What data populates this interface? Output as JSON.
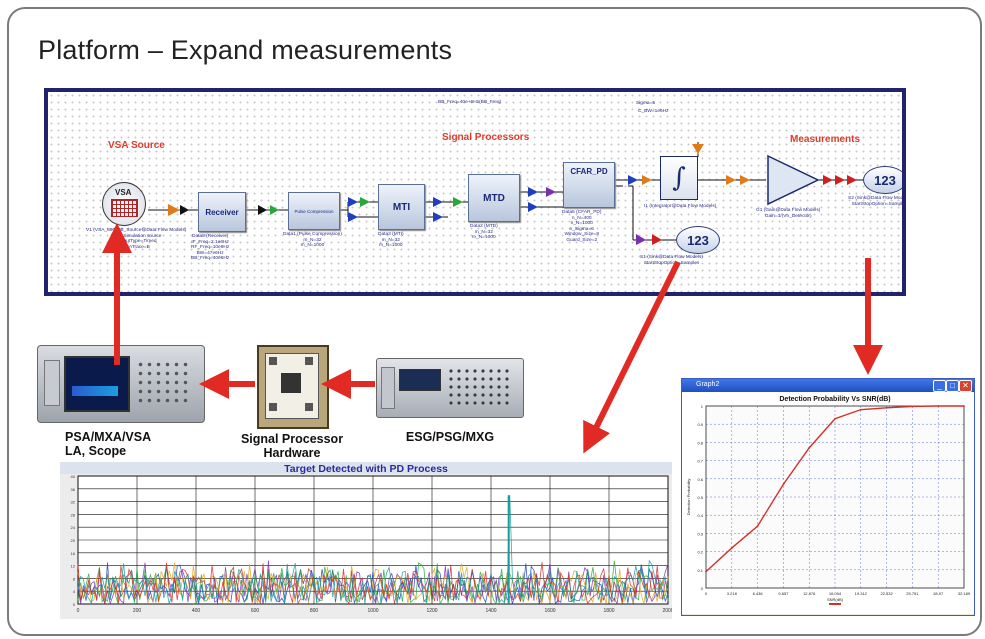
{
  "title": "Platform – Expand measurements",
  "schematic": {
    "sections": [
      "VSA Source",
      "Signal Processors",
      "Measurements"
    ],
    "top_notes": [
      "BB_Freq=40e+6Hz(BB_Freq)",
      "Sigma=6",
      "C_BW=1e6Hz"
    ],
    "vsa_label": "VSA",
    "vsa_caption": "V1 (VSA_89600B_Source@Data Flow Models)\nVSA=Simulation source\nOutputType=Timed\nVSATrace=B",
    "receiver_label": "Receiver",
    "receiver_caption": "Data8 (Receiver)\nIF_Freq=2.1e6Hz\nRF_Freq=10e9Hz\nBW=47e6Hz\nBB_Freq=40e6Hz",
    "pulse_label": "Pulse Compression",
    "pulse_caption": "Data1 (Pulse Compression)\nm_N=32\nm_N=1000",
    "mti_label": "MTI",
    "mti_caption": "Data3 (MTI)\nm_N=32\nm_N=1000",
    "mtd_label": "MTD",
    "mtd_caption": "Data2 (MTD)\nm_N=32\nm_N=1000",
    "cfar_label": "CFAR_PD",
    "cfar_caption": "Data5 (CFAR_PD)\nn_N=400\nn_N=1000\nn_Sigma=6\nWindow_Size=8\nGuard_Size=2",
    "integrator_caption": "I1 (Integrator@Data Flow Models)",
    "gain_caption": "G1 (Gain@Data Flow Models)\nGain=1/(Vn_Detector)",
    "sink_value": "123",
    "sink1_caption": "S1 (Sink@Data Flow Models)\nStartStopOption=Samples",
    "sink2_caption": "S2 (Sink@Data Flow Models)\nStartStopOption=Samples"
  },
  "hardware": [
    {
      "label": "PSA/MXA/VSA\nLA, Scope"
    },
    {
      "label": "Signal Processor\nHardware"
    },
    {
      "label": "ESG/PSG/MXG"
    }
  ],
  "colors": {
    "arrow": "#e02a23",
    "frame_blue": "#22226e",
    "curve": "#d2322b"
  },
  "graph_window": {
    "window_title": "Graph2",
    "chart_data": {
      "type": "line",
      "title": "Detection Probability Vs SNR(dB)",
      "xlabel": "SNR(dB)",
      "ylabel": "Detection Probability",
      "x": [
        0,
        3.218,
        6.436,
        9.657,
        12.876,
        16.094,
        19.312,
        22.532,
        25.751,
        28.97,
        32.189
      ],
      "x_tick_labels": [
        "0",
        "3.218",
        "6.436",
        "9.657",
        "12.876",
        "16.094",
        "19.312",
        "22.532",
        "25.751",
        "28.97",
        "32.189"
      ],
      "y_tick_labels": [
        "0",
        "0.1",
        "0.2",
        "0.3",
        "0.4",
        "0.5",
        "0.6",
        "0.7",
        "0.8",
        "0.9",
        "1"
      ],
      "series": [
        {
          "values": [
            0.09,
            0.22,
            0.34,
            0.57,
            0.77,
            0.93,
            0.98,
            0.99,
            0.998,
            1.0,
            1.0
          ]
        }
      ],
      "ylim": [
        0,
        1
      ],
      "xlim": [
        0,
        32.189
      ],
      "grid": true
    }
  },
  "bottom_chart": {
    "chart_data": {
      "type": "line",
      "title": "Target Detected with PD Process",
      "x_tick_labels": [
        "0",
        "200",
        "400",
        "600",
        "800",
        "1000",
        "1200",
        "1400",
        "1600",
        "1800",
        "2000"
      ],
      "xlim": [
        0,
        2000
      ],
      "grid": true,
      "y_tick_labels": [
        "0",
        "4",
        "8",
        "12",
        "16",
        "20",
        "24",
        "28",
        "32",
        "36",
        "40"
      ],
      "noise_floor_max": 14,
      "peak": {
        "x": 1460,
        "value": 34
      },
      "series": [
        {
          "color": "#1f3fbf"
        },
        {
          "color": "#7a2fb0"
        },
        {
          "color": "#28a83a"
        },
        {
          "color": "#e0a51f"
        },
        {
          "color": "#d42b2b"
        },
        {
          "color": "#1a9a9a"
        }
      ]
    }
  }
}
